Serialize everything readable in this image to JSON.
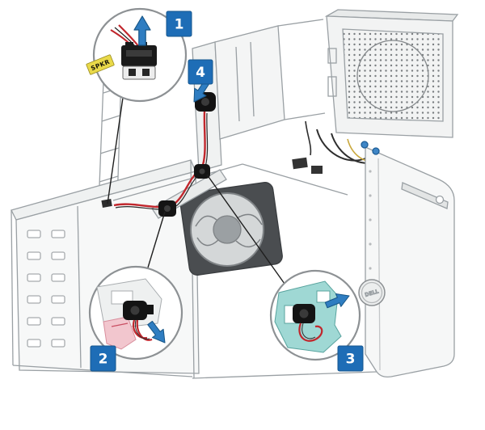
{
  "figure": {
    "steps": [
      {
        "number": "1"
      },
      {
        "number": "2"
      },
      {
        "number": "3"
      },
      {
        "number": "4"
      }
    ],
    "labels": {
      "connector": "SPKR",
      "emblem": "DELL"
    },
    "colors": {
      "badge_blue": "#1e6db6",
      "arrow_blue": "#2f7dc1",
      "arrow_outline": "#175687",
      "wire_red": "#c1272d",
      "grommet_black": "#141414",
      "highlight_teal": "#9fd8d4",
      "tag_yellow": "#e9d949",
      "chassis_gray": "#9aa0a4"
    },
    "icons": {
      "arrows": [
        "arrow-up-icon",
        "arrow-down-left-icon",
        "arrow-down-right-icon",
        "arrow-right-icon"
      ]
    }
  }
}
